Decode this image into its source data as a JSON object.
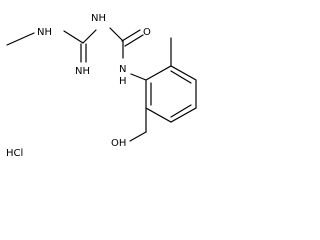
{
  "molecule": {
    "atoms": {
      "nh_methyl": "NH",
      "nh_top": "NH",
      "o_carbonyl": "O",
      "nh_imine": "NH",
      "n_amide": "N",
      "h_amide": "H",
      "oh": "OH"
    },
    "salt": "HCl"
  }
}
